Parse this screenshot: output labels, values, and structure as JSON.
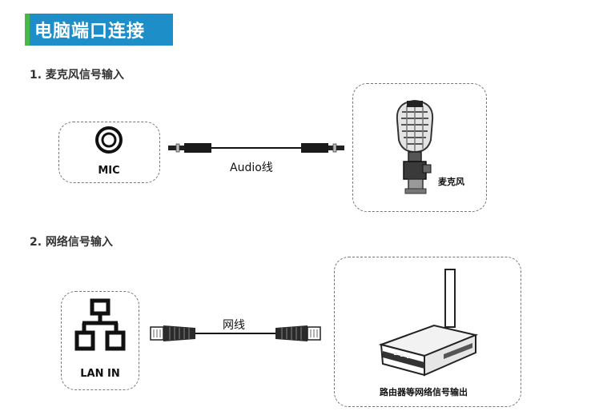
{
  "header": {
    "title": "电脑端口连接"
  },
  "sections": [
    {
      "heading": "1. 麦克风信号输入",
      "port_label": "MIC",
      "cable_label": "Audio线",
      "device_label": "麦克风"
    },
    {
      "heading": "2. 网络信号输入",
      "port_label": "LAN IN",
      "cable_label": "网线",
      "device_label": "路由器等网络信号输出"
    }
  ],
  "colors": {
    "title_bg": "#1e8ec8",
    "title_accent": "#49b848"
  },
  "icons": [
    "mic-port-icon",
    "audio-plug-icon",
    "microphone-icon",
    "network-icon",
    "rj45-plug-icon",
    "router-icon"
  ]
}
